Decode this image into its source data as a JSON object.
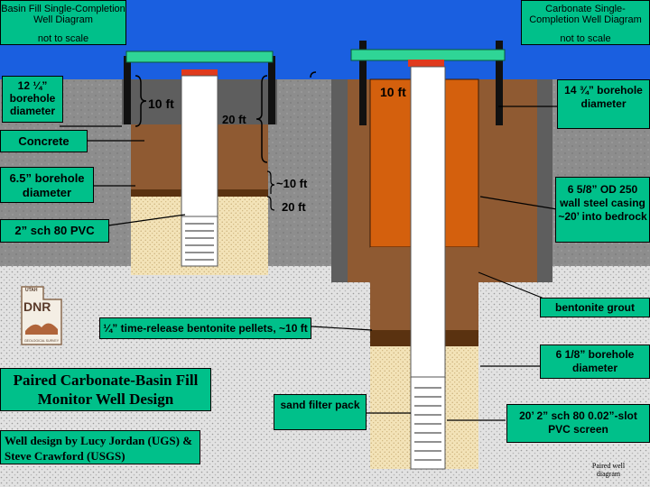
{
  "header": {
    "left_title": "Basin Fill Single-Completion Well Diagram",
    "left_scale": "not to scale",
    "right_title": "Carbonate Single-Completion  Well Diagram",
    "right_scale": "not to scale"
  },
  "labels": {
    "borehole_12": "12 ¼” borehole diameter",
    "concrete": "Concrete",
    "borehole_65": "6.5” borehole diameter",
    "pvc_2": "2” sch 80 PVC",
    "dim_10ft_left": "10 ft",
    "dim_20ft": "20 ft",
    "dim_10ft_right": "10 ft",
    "approx_10ft": "~10 ft",
    "dim_20ft_lower": "20 ft",
    "borehole_1434": "14 ¾” borehole diameter",
    "steel_casing": "6 5/8” OD 250 wall steel casing ~20’ into bedrock",
    "bentonite_grout": "bentonite grout",
    "bentonite_pellets": "¼” time-release bentonite pellets, ~10 ft",
    "borehole_618": "6 1/8” borehole diameter",
    "sand_filter": "sand filter pack",
    "pvc_screen": "20’ 2” sch 80 0.02”-slot PVC screen",
    "footer_note": "Paired well diagram"
  },
  "title_box": {
    "title": "Paired Carbonate-Basin Fill Monitor Well Design",
    "credit": "Well design by Lucy Jordan (UGS) & Steve Crawford (USGS)"
  },
  "logo": {
    "top_text": "UTAH",
    "mark": "DNR",
    "caption": "GEOLOGICAL SURVEY"
  },
  "colors": {
    "sky": "#1a5fe0",
    "ground_gray": "#8c8c8c",
    "concrete": "#5e5e5e",
    "grout_brown": "#8f5a32",
    "pellets_dark": "#5a3210",
    "sand": "#f3e3b8",
    "steel_casing": "#d4600d",
    "cap_teal": "#2fd596",
    "cap_red": "#e03a1d",
    "label_box": "#00c08a",
    "bedrock_dots": "#d8d8d8"
  }
}
